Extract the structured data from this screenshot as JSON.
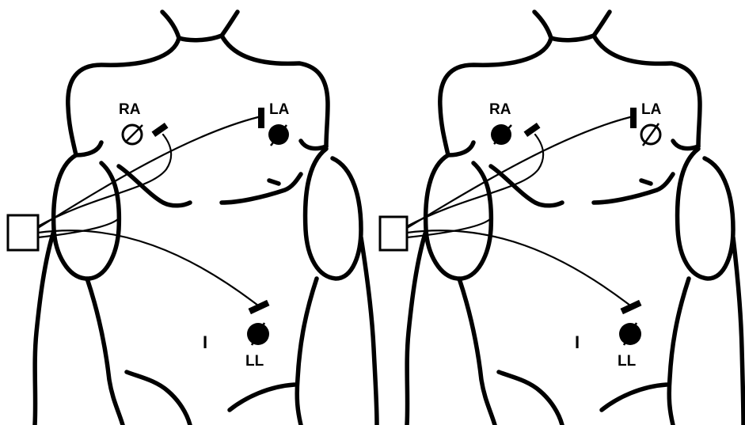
{
  "figures": [
    {
      "id": "left",
      "panel_label": "I",
      "electrodes": {
        "ra": {
          "label": "RA",
          "state": "open"
        },
        "la": {
          "label": "LA",
          "state": "filled"
        },
        "ll": {
          "label": "LL",
          "state": "filled"
        }
      }
    },
    {
      "id": "right",
      "panel_label": "I",
      "electrodes": {
        "ra": {
          "label": "RA",
          "state": "filled"
        },
        "la": {
          "label": "LA",
          "state": "open"
        },
        "ll": {
          "label": "LL",
          "state": "filled"
        }
      }
    }
  ],
  "colors": {
    "ink": "#000000",
    "background": "#ffffff"
  }
}
